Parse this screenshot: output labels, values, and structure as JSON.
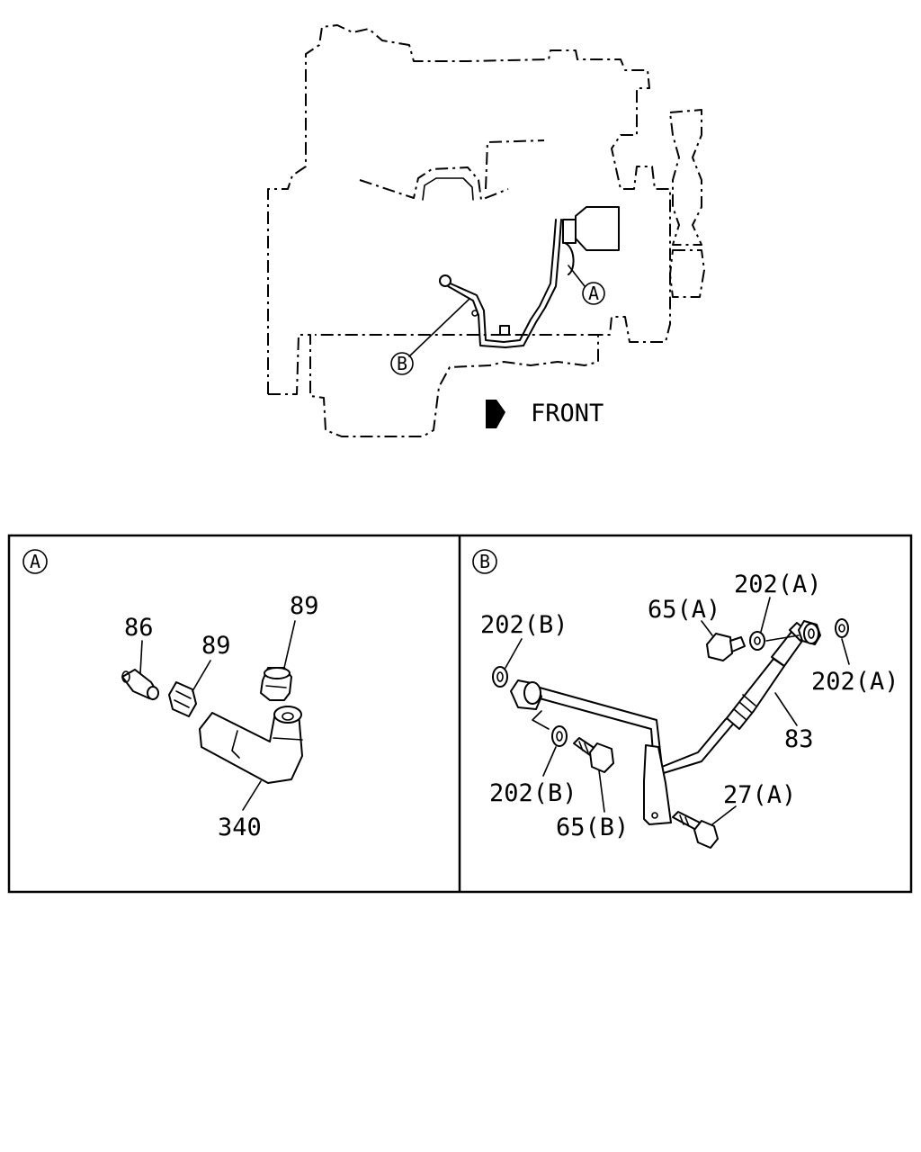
{
  "overview": {
    "front_label": "FRONT",
    "callout_a": "A",
    "callout_b": "B"
  },
  "detail_a": {
    "tag": "A",
    "labels": {
      "p86": "86",
      "p89_left": "89",
      "p89_right": "89",
      "p340": "340"
    }
  },
  "detail_b": {
    "tag": "B",
    "labels": {
      "p65a": "65(A)",
      "p202a_top": "202(A)",
      "p202a_right": "202(A)",
      "p202b_top": "202(B)",
      "p202b_bottom": "202(B)",
      "p65b": "65(B)",
      "p83": "83",
      "p27a": "27(A)"
    }
  }
}
